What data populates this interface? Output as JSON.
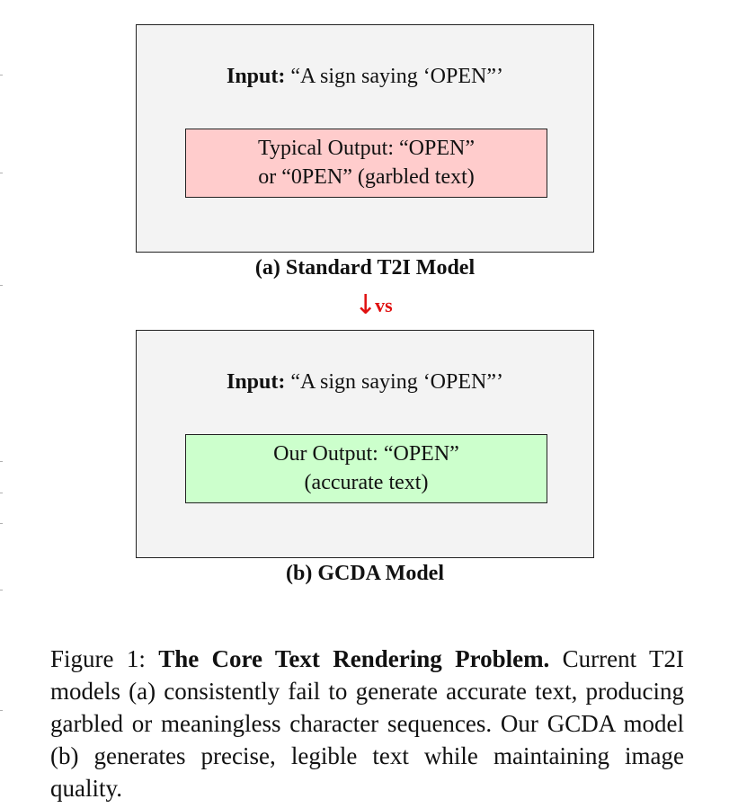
{
  "panels": [
    {
      "input_label": "Input:",
      "input_text": " “A sign saying ‘OPEN”’",
      "output_line1": "Typical Output: “OPEN”",
      "output_line2": "or “0PEN” (garbled text)",
      "subcaption": "(a) Standard T2I Model"
    },
    {
      "input_label": "Input:",
      "input_text": " “A sign saying ‘OPEN”’",
      "output_line1": "Our Output: “OPEN”",
      "output_line2": "(accurate text)",
      "subcaption": "(b) GCDA Model"
    }
  ],
  "vs": {
    "arrow": "↓",
    "label": "vs"
  },
  "caption": {
    "prefix": "Figure 1: ",
    "title": "The Core Text Rendering Problem.",
    "body": " Current T2I models (a) consistently fail to generate accurate text, producing garbled or meaningless character sequences. Our GCDA model (b) generates precise, legible text while maintaining image quality."
  },
  "colors": {
    "panel_background": "#f3f3f3",
    "bad_output_background": "#ffcccc",
    "good_output_background": "#ccffcc",
    "vs_marker": "#e01010"
  }
}
